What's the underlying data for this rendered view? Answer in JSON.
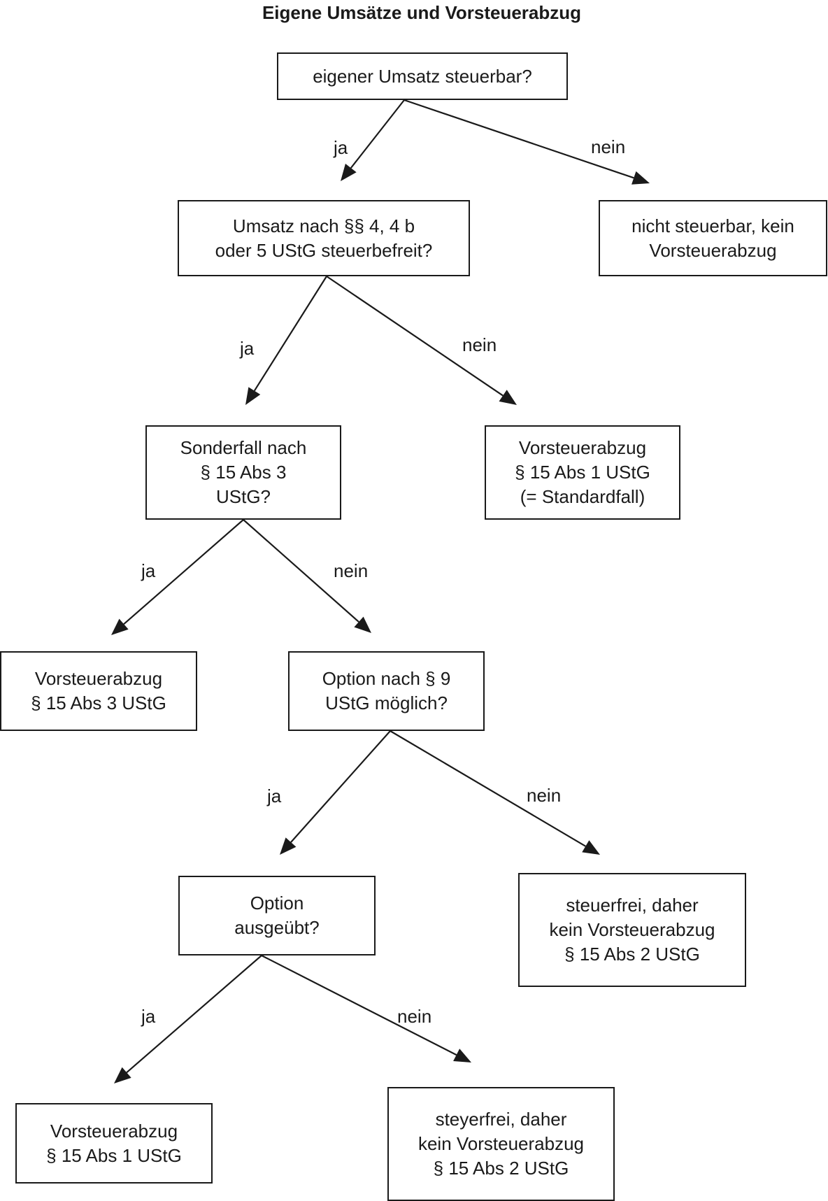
{
  "title": "Eigene Umsätze und Vorsteuerabzug",
  "nodes": {
    "q_steuerbar": [
      "eigener Umsatz steuerbar?"
    ],
    "nicht_steuerbar": [
      "nicht steuerbar, kein",
      "Vorsteuerabzug"
    ],
    "q_steuerbefreit": [
      "Umsatz nach §§ 4, 4 b",
      "oder 5 UStG steuerbefreit?"
    ],
    "vorsteuer_standard": [
      "Vorsteuerabzug",
      "§ 15 Abs 1 UStG",
      "(= Standardfall)"
    ],
    "q_sonderfall": [
      "Sonderfall nach",
      "§ 15 Abs 3",
      "UStG?"
    ],
    "vorsteuer_abs3": [
      "Vorsteuerabzug",
      "§ 15 Abs 3 UStG"
    ],
    "q_option_moeglich": [
      "Option nach § 9",
      "UStG möglich?"
    ],
    "q_option_ausgeuebt": [
      "Option",
      "ausgeübt?"
    ],
    "steuerfrei_1": [
      "steuerfrei, daher",
      "kein Vorsteuerabzug",
      "§ 15 Abs 2 UStG"
    ],
    "vorsteuer_abs1": [
      "Vorsteuerabzug",
      "§ 15 Abs 1 UStG"
    ],
    "steuerfrei_2": [
      "steyerfrei, daher",
      "kein Vorsteuerabzug",
      "§ 15 Abs 2 UStG"
    ]
  },
  "edges": [
    {
      "id": "e1",
      "from": "q_steuerbar",
      "to": "q_steuerbefreit",
      "label": "ja"
    },
    {
      "id": "e2",
      "from": "q_steuerbar",
      "to": "nicht_steuerbar",
      "label": "nein"
    },
    {
      "id": "e3",
      "from": "q_steuerbefreit",
      "to": "q_sonderfall",
      "label": "ja"
    },
    {
      "id": "e4",
      "from": "q_steuerbefreit",
      "to": "vorsteuer_standard",
      "label": "nein"
    },
    {
      "id": "e5",
      "from": "q_sonderfall",
      "to": "vorsteuer_abs3",
      "label": "ja"
    },
    {
      "id": "e6",
      "from": "q_sonderfall",
      "to": "q_option_moeglich",
      "label": "nein"
    },
    {
      "id": "e7",
      "from": "q_option_moeglich",
      "to": "q_option_ausgeuebt",
      "label": "ja"
    },
    {
      "id": "e8",
      "from": "q_option_moeglich",
      "to": "steuerfrei_1",
      "label": "nein"
    },
    {
      "id": "e9",
      "from": "q_option_ausgeuebt",
      "to": "vorsteuer_abs1",
      "label": "ja"
    },
    {
      "id": "e10",
      "from": "q_option_ausgeuebt",
      "to": "steuerfrei_2",
      "label": "nein"
    }
  ]
}
